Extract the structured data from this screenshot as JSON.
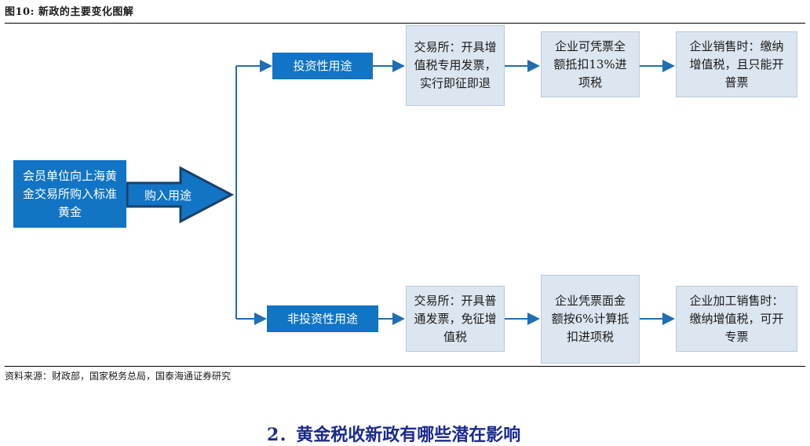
{
  "figure": {
    "title": "图10:  新政的主要变化图解"
  },
  "source": "资料来源：财政部，国家税务总局，国泰海通证券研究",
  "start_box": "会员单位向上海黄金交易所购入标准黄金",
  "purchase_label": "购入用途",
  "branches": {
    "investment": {
      "label": "投资性用途",
      "step1": "交易所：开具增值税专用发票，实行即征即退",
      "step2": "企业可凭票全额抵扣13%进项税",
      "step3": "企业销售时：缴纳增值税，且只能开普票"
    },
    "non_investment": {
      "label": "非投资性用途",
      "step1": "交易所：开具普通发票，免征增值税",
      "step2": "企业凭票面金额按6%计算抵扣进项税",
      "step3": "企业加工销售时：缴纳增值税，可开专票"
    }
  },
  "footer_heading": "2．黄金税收新政有哪些潜在影响",
  "colors": {
    "blue": "#1174c4",
    "light": "#dce6f0",
    "arrow": "#1f6fb2"
  }
}
